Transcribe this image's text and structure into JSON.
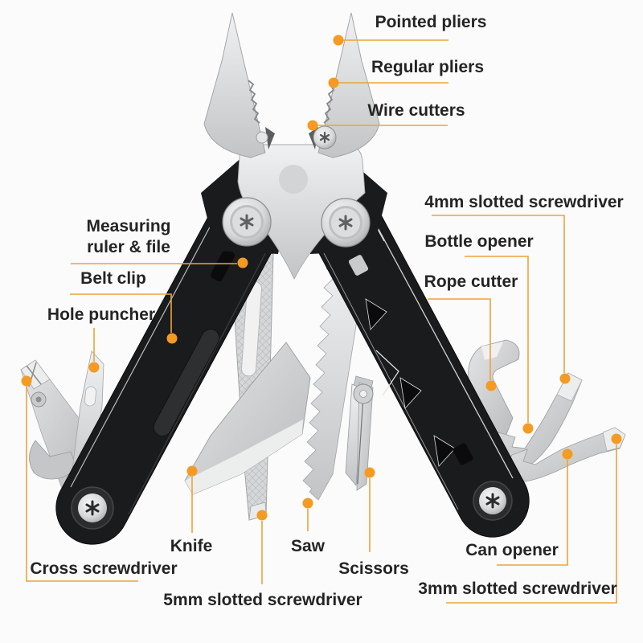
{
  "figure": {
    "kind": "annotated product diagram",
    "subject": "multi-tool folding pliers with fold-out tools",
    "background_color": "#fbfbfb"
  },
  "colors": {
    "callout_dot": "#F59A23",
    "leader_line": "#ECA33C",
    "label_text": "#242424",
    "handle_black": "#1a1b1d",
    "metal_silver": "#d2d3d5"
  },
  "labels": {
    "pointed_pliers": "Pointed pliers",
    "regular_pliers": "Regular pliers",
    "wire_cutters": "Wire cutters",
    "screwdriver_4mm": "4mm slotted screwdriver",
    "bottle_opener": "Bottle opener",
    "rope_cutter": "Rope cutter",
    "measuring_ruler_file": "Measuring ruler & file",
    "belt_clip": "Belt clip",
    "hole_puncher": "Hole puncher",
    "cross_screwdriver": "Cross screwdriver",
    "knife": "Knife",
    "screwdriver_5mm": "5mm slotted screwdriver",
    "saw": "Saw",
    "scissors": "Scissors",
    "can_opener": "Can opener",
    "screwdriver_3mm": "3mm slotted screwdriver"
  }
}
